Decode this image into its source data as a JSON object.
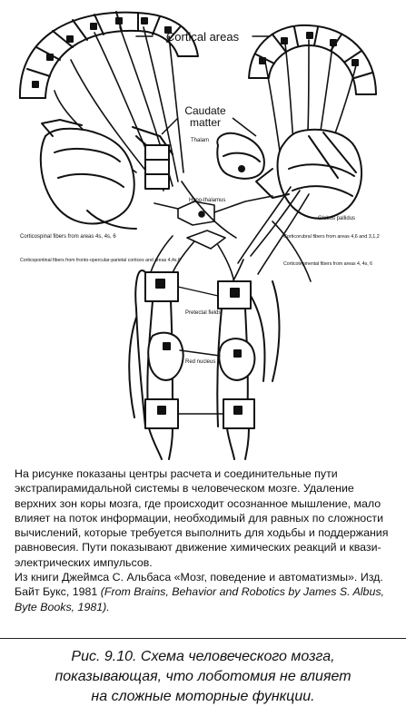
{
  "diagram": {
    "cortical_label": "Cortical areas",
    "caudate_label_line1": "Caudate",
    "caudate_label_line2": "matter",
    "small_labels": {
      "thalamus": "Thalam",
      "hypothalamus": "Hypo-thalamus",
      "globus_pallidus": "Globus pallidus",
      "cortical_fibers_left": "Corticospinal fibers from areas 4s, 4s, 6",
      "cortical_fibers_left_2": "Corticopontinal fibers from fronto-opercular-parietal cortices and areas 4,4s,6",
      "cortical_fibers_right": "Corticorubral fibers from areas 4,6 and 3,1,2",
      "cortical_fibers_right_2": "Corticotegmental fibers from areas 4, 4s, 6",
      "pretectal": "Pretectal fields",
      "red_nucleus": "Red nucleus"
    }
  },
  "description": {
    "paragraph": "На рисунке показаны центры расчета и соединительные пути экстрапирамидальной системы в человеческом мозге. Удаление верхних зон коры мозга, где происходит осознанное мышление, мало влияет на поток информации, необходимый для равных по сложности вычислений, которые требуется выполнить для ходьбы и поддержания равновесия. Пути показывают движение химических реакций и квази-электрических импульсов.",
    "source_line": "Из книги Джеймса С. Альбаса «Мозг, поведение и автоматизмы». Изд. Байт Букс, 1981",
    "source_italic": "(From Brains, Behavior and Robotics by James S. Albus, Byte Books, 1981)."
  },
  "caption": {
    "line1": "Рис. 9.10. Схема человеческого мозга,",
    "line2": "показывающая, что лоботомия не влияет",
    "line3": "на сложные моторные функции."
  }
}
